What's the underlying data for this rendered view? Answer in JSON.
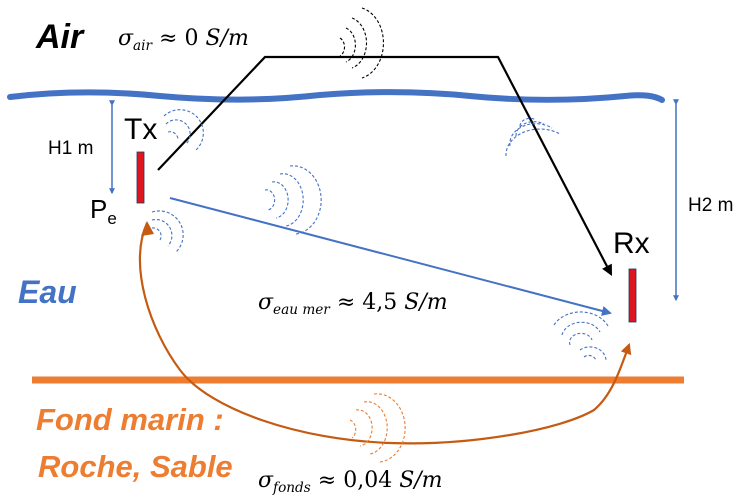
{
  "media": {
    "air": "Air",
    "water": "Eau",
    "seabed_line1": "Fond marin :",
    "seabed_line2": "Roche, Sable"
  },
  "conductivity": {
    "air": {
      "symbol": "σ",
      "subscript": "air",
      "relation": "≈",
      "value": "0",
      "unit": "S/m"
    },
    "water": {
      "symbol": "σ",
      "subscript": "eau mer",
      "relation": "≈",
      "value": "4,5",
      "unit": "S/m"
    },
    "floor": {
      "symbol": "σ",
      "subscript": "fonds",
      "relation": "≈",
      "value": "0,04",
      "unit": "S/m"
    }
  },
  "devices": {
    "transmitter": "Tx",
    "receiver": "Rx",
    "emit_point": "P",
    "emit_point_sub": "e"
  },
  "depths": {
    "h1": "H1 m",
    "h2": "H2 m"
  },
  "colors": {
    "surface": "#4472c4",
    "seabed": "#ed7d31",
    "antenna": "#e0161e",
    "direct_path": "#4472c4",
    "floor_path": "#c55a11",
    "air_path": "#000000",
    "water_label": "#4472c4",
    "seabed_label": "#ed7d31",
    "wave_air": "#000000",
    "wave_water": "#4472c4",
    "wave_floor": "#ed7d31"
  }
}
